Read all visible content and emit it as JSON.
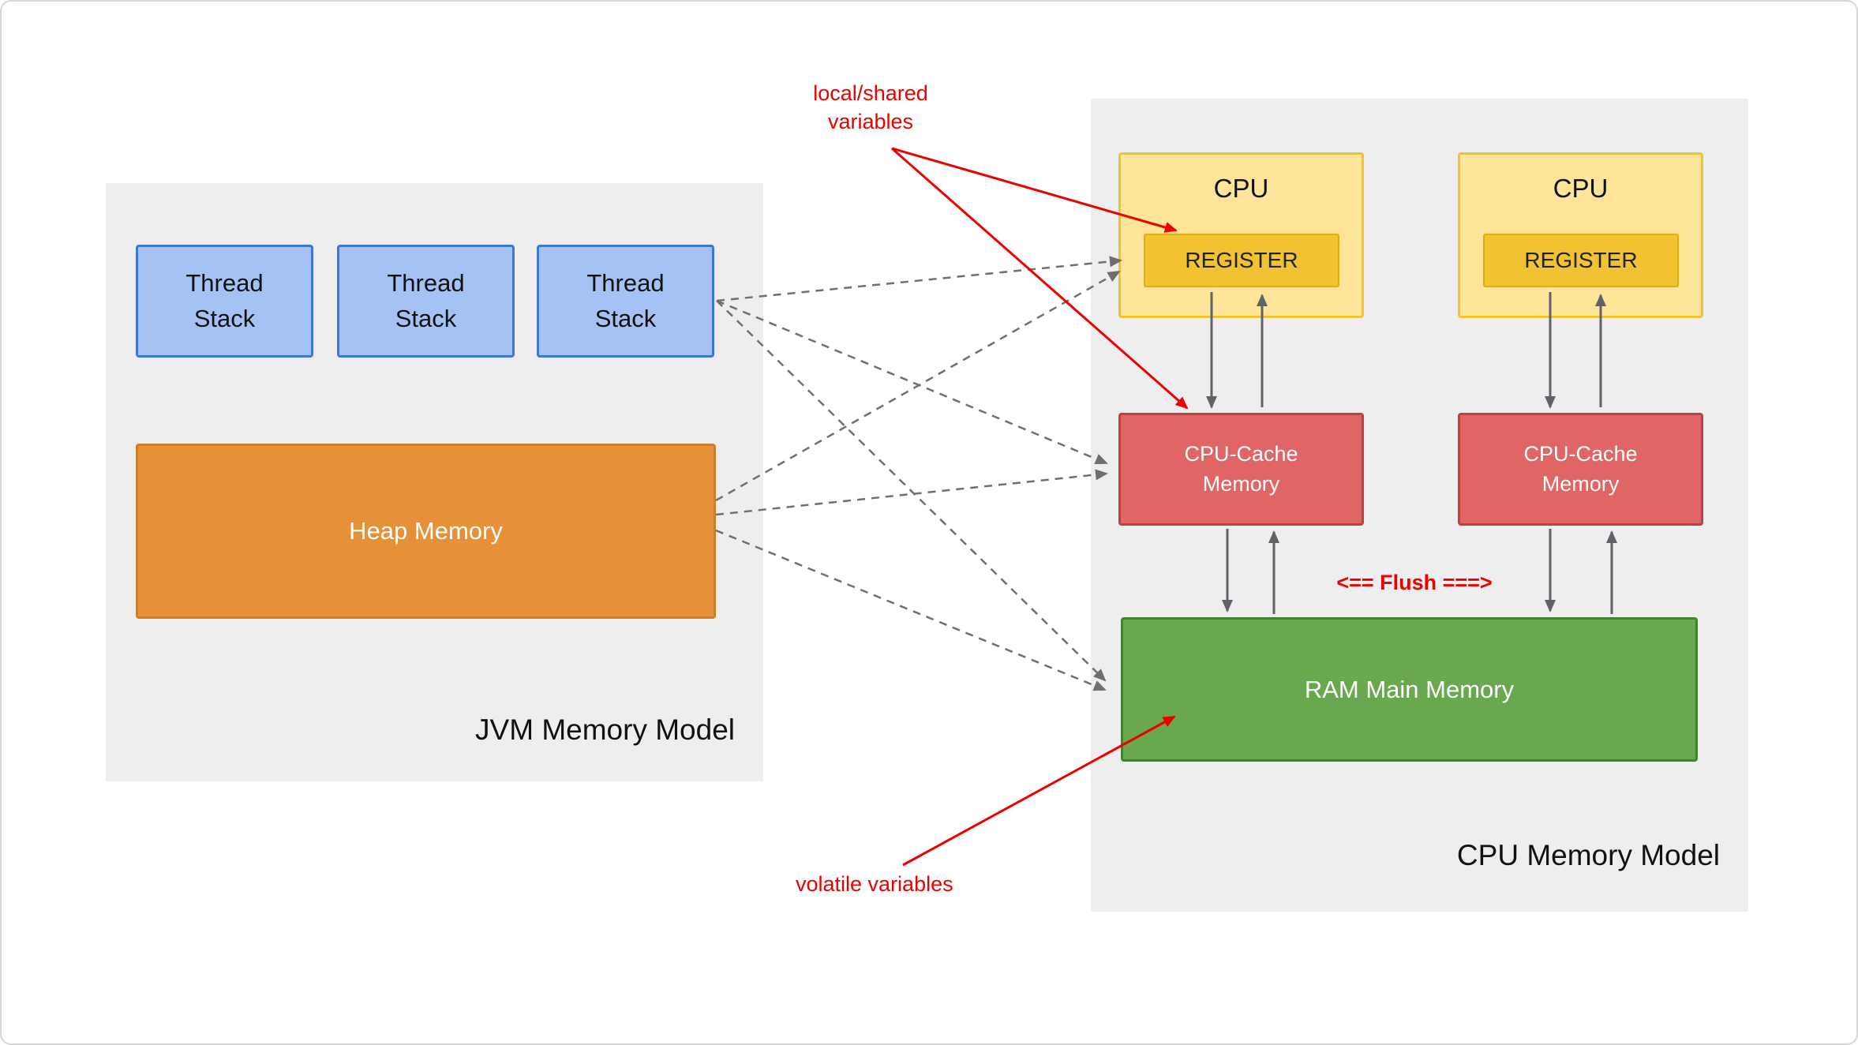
{
  "jvm": {
    "title": "JVM Memory Model",
    "thread_stacks": [
      {
        "label": "Thread\nStack"
      },
      {
        "label": "Thread\nStack"
      },
      {
        "label": "Thread\nStack"
      }
    ],
    "heap_label": "Heap Memory"
  },
  "cpu_model": {
    "title": "CPU Memory Model",
    "cpus": [
      {
        "label": "CPU",
        "register_label": "REGISTER"
      },
      {
        "label": "CPU",
        "register_label": "REGISTER"
      }
    ],
    "caches": [
      {
        "label": "CPU-Cache\nMemory"
      },
      {
        "label": "CPU-Cache\nMemory"
      }
    ],
    "ram_label": "RAM Main Memory",
    "flush_label": "<== Flush ===>"
  },
  "annotations": {
    "local_shared": "local/shared\nvariables",
    "volatile": "volatile variables"
  },
  "colors": {
    "panel_bg": "#eeeeee",
    "thread_fill": "#a4c2f4",
    "thread_border": "#3d78d8",
    "heap_fill": "#e69138",
    "cpu_fill": "#ffe599",
    "register_fill": "#f1c232",
    "cache_fill": "#e06666",
    "ram_fill": "#6aa84f",
    "arrow_gray": "#5f6368",
    "annotation_red": "#ee0000"
  }
}
